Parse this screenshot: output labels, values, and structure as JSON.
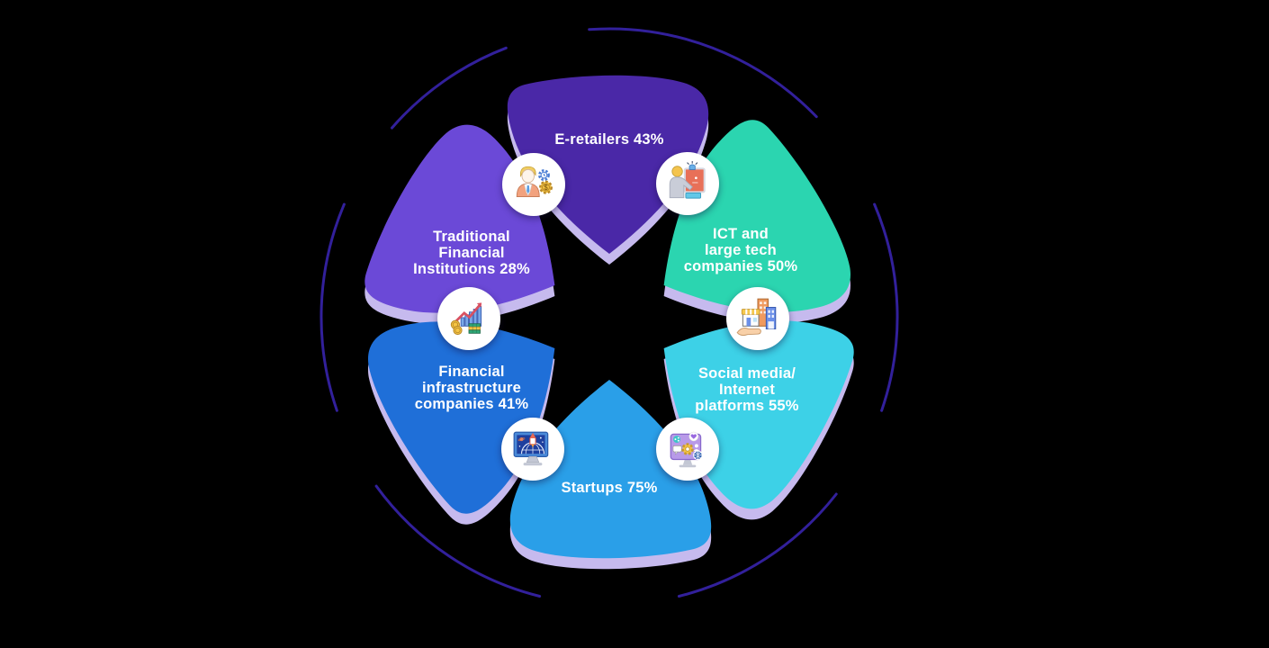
{
  "background_color": "#000000",
  "text_color": "#ffffff",
  "shadow_color": "#c6baee",
  "ring": {
    "color": "#32209b",
    "style": "dashed arc segments around flower"
  },
  "chart_data": {
    "type": "pie",
    "layout": "six-petal flower infographic with dashed outer ring and icon badges between petals",
    "categories": [
      "E-retailers",
      "ICT and large tech companies",
      "Social media/Internet platforms",
      "Startups",
      "Financial infrastructure companies",
      "Traditional Financial Institutions"
    ],
    "values": [
      43,
      50,
      55,
      75,
      41,
      28
    ],
    "unit": "%"
  },
  "petals": [
    {
      "id": "e-retailers",
      "label": "E-retailers 43%",
      "value": 43,
      "color": "#4a28a7",
      "lines": [
        "E-retailers 43%",
        "",
        ""
      ]
    },
    {
      "id": "ict-large-tech",
      "label": "ICT and large tech companies 50%",
      "value": 50,
      "color": "#2bd5b0",
      "lines": [
        "ICT and",
        "large tech",
        "companies 50%"
      ]
    },
    {
      "id": "social-media-internet",
      "label": "Social media/Internet platforms 55%",
      "value": 55,
      "color": "#3dd1e7",
      "lines": [
        "Social media/",
        "Internet",
        "platforms 55%"
      ]
    },
    {
      "id": "startups",
      "label": "Startups 75%",
      "value": 75,
      "color": "#2a9fe8",
      "lines": [
        "Startups 75%",
        "",
        ""
      ]
    },
    {
      "id": "financial-infrastructure",
      "label": "Financial infrastructure companies 41%",
      "value": 41,
      "color": "#1f6fd8",
      "lines": [
        "Financial",
        "infrastructure",
        "companies 41%"
      ]
    },
    {
      "id": "traditional-financial",
      "label": "Traditional Financial Institutions 28%",
      "value": 28,
      "color": "#6b49d7",
      "lines": [
        "Traditional",
        "Financial",
        "Institutions 28%"
      ]
    }
  ],
  "icons": [
    {
      "name": "businessman-gears-icon",
      "desc": "businessman with gear clock and dollar gear"
    },
    {
      "name": "presenter-board-icon",
      "desc": "person presenting at orange board with alert bell"
    },
    {
      "name": "hand-buildings-icon",
      "desc": "hand holding store and company buildings"
    },
    {
      "name": "social-media-monitor-icon",
      "desc": "screen with share, heart, chat bubble, gear and globe"
    },
    {
      "name": "startup-rocket-monitor-icon",
      "desc": "monitor with rocket launching over globe"
    },
    {
      "name": "growth-chart-coins-icon",
      "desc": "rising bar chart with red arrow, coins and cash stacks"
    }
  ]
}
